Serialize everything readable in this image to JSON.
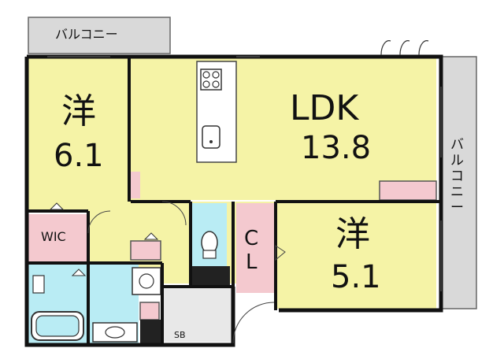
{
  "rooms": {
    "western_left": {
      "kanji": "洋",
      "size": "6.1"
    },
    "ldk": {
      "name": "LDK",
      "size": "13.8"
    },
    "western_right": {
      "kanji": "洋",
      "size": "5.1"
    },
    "wic": "WIC",
    "closet": {
      "line1": "C",
      "line2": "L"
    },
    "shoebox": "SB"
  },
  "balcony_top": "バルコニー",
  "balcony_right": [
    "バ",
    "ル",
    "コ",
    "ニ",
    "ー"
  ],
  "colors": {
    "room_yellow": "#f5f3a6",
    "wic_pink": "#f4c9cf",
    "water_blue": "#b9ecf4",
    "balcony_gray": "#d9d9d9",
    "wall": "#111111",
    "line": "#555555"
  }
}
